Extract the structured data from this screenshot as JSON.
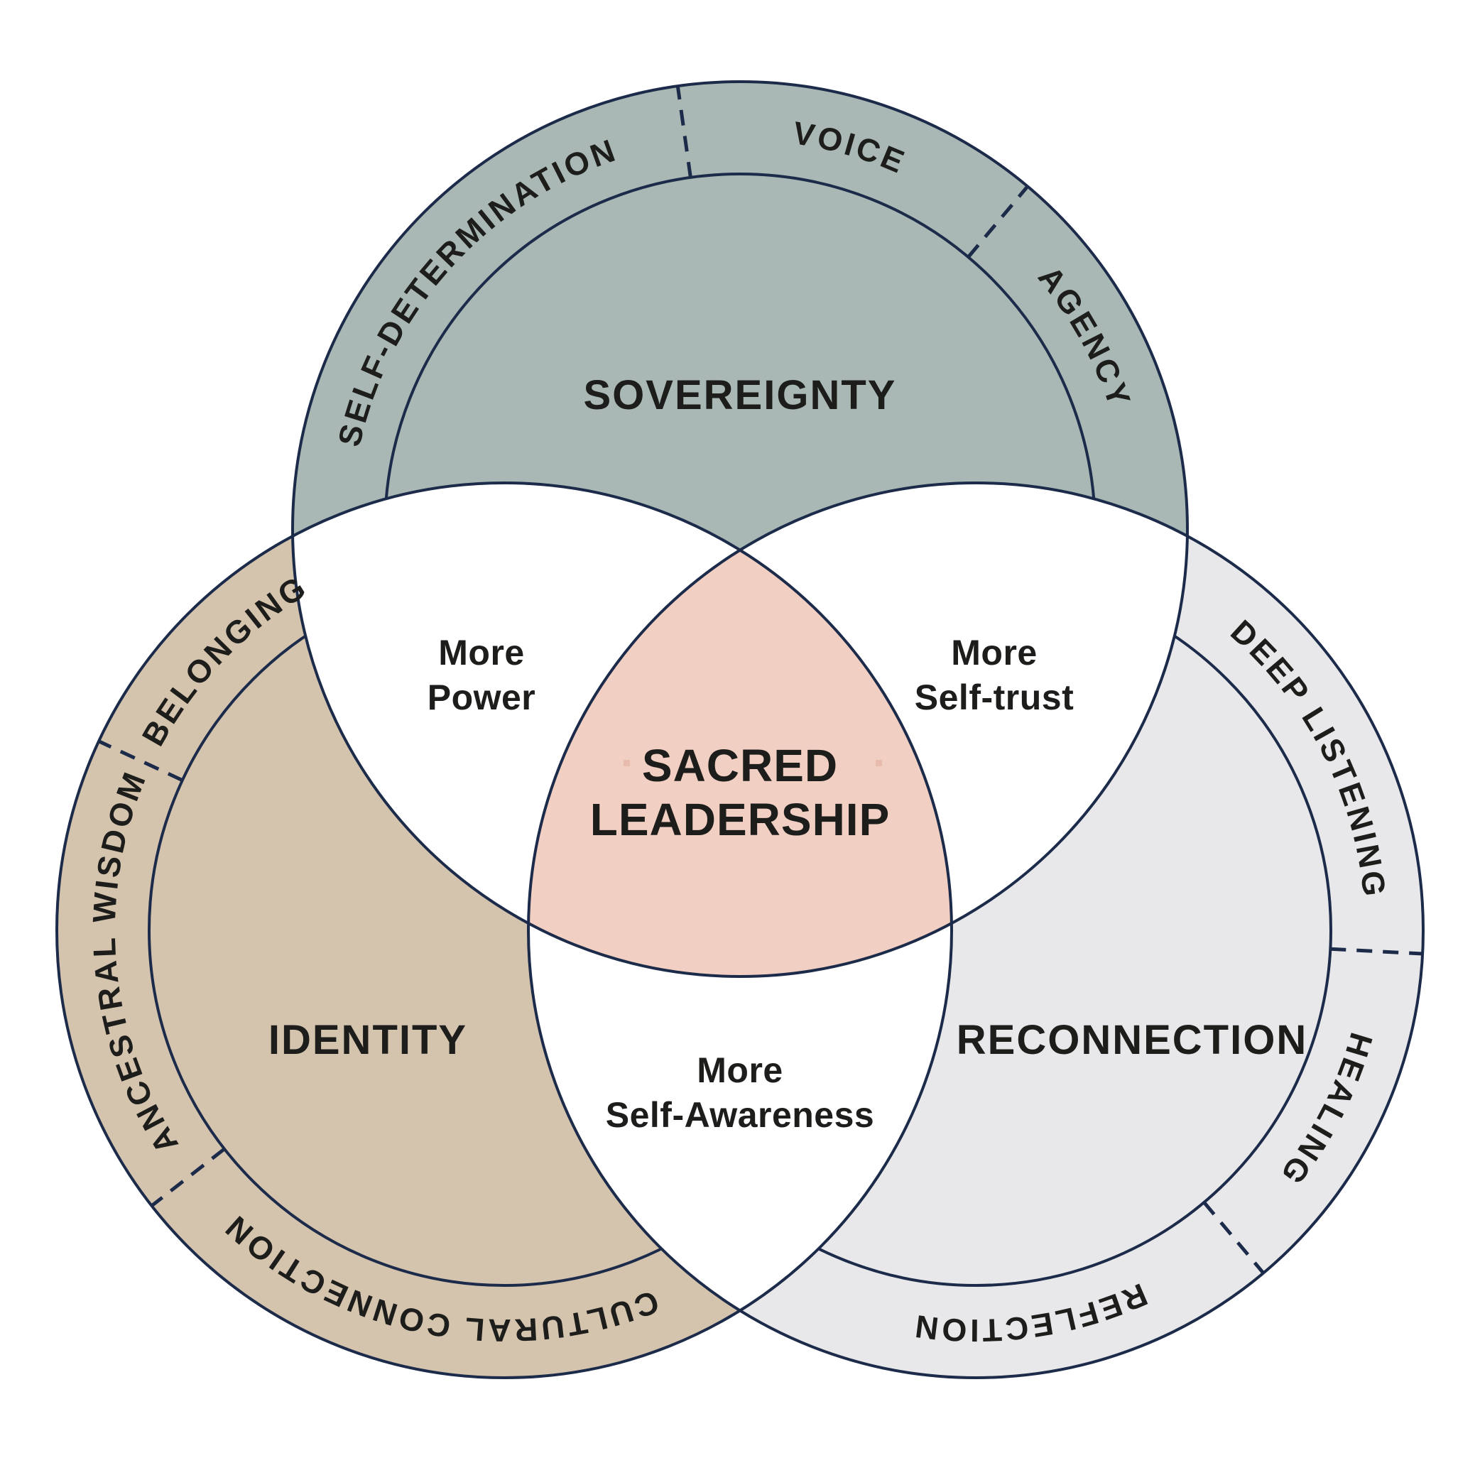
{
  "colors": {
    "background": "#ffffff",
    "stroke": "#1c2b4a",
    "text": "#1d1d1b",
    "sovereignty_fill": "#a9b8b4",
    "identity_fill": "#d4c4ae",
    "reconnection_fill": "#e8e8ea",
    "center_fill": "#f1cfc3",
    "overlap_fill": "#ffffff",
    "mark_fill": "#e9bbac"
  },
  "circles": {
    "sovereignty": {
      "title": "SOVEREIGNTY",
      "ring_segments": [
        "SELF-DETERMINATION",
        "VOICE",
        "AGENCY"
      ]
    },
    "identity": {
      "title": "IDENTITY",
      "ring_segments": [
        "BELONGING",
        "ANCESTRAL WISDOM",
        "CULTURAL CONNECTION"
      ]
    },
    "reconnection": {
      "title": "RECONNECTION",
      "ring_segments": [
        "DEEP LISTENING",
        "HEALING",
        "REFLECTION"
      ]
    }
  },
  "overlaps": {
    "sovereignty_identity": {
      "line1": "More",
      "line2": "Power"
    },
    "sovereignty_reconnection": {
      "line1": "More",
      "line2": "Self-trust"
    },
    "identity_reconnection": {
      "line1": "More",
      "line2": "Self-Awareness"
    },
    "center": {
      "line1": "SACRED",
      "line2": "LEADERSHIP"
    }
  }
}
